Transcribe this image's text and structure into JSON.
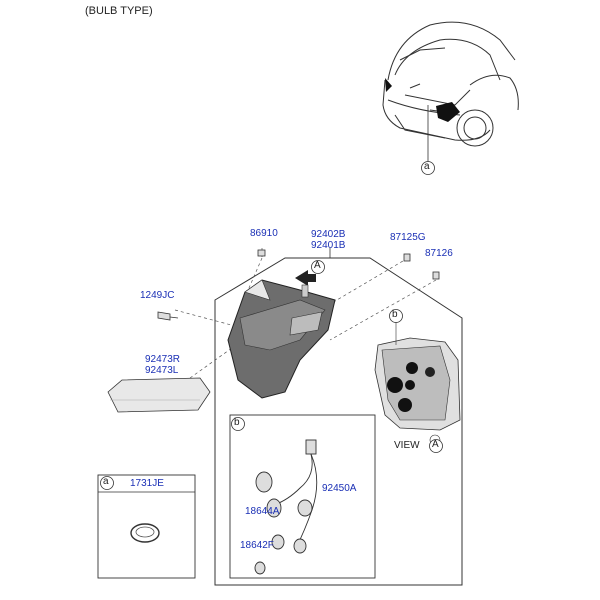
{
  "header": {
    "title": "(BULB TYPE)"
  },
  "callouts": {
    "a": "a",
    "b": "b",
    "A": "A"
  },
  "parts": {
    "p86910": "86910",
    "p92402B": "92402B",
    "p92401B": "92401B",
    "p87125G": "87125G",
    "p87126": "87126",
    "p1249JC": "1249JC",
    "p92473R": "92473R",
    "p92473L": "92473L",
    "p1731JE": "1731JE",
    "p92450A": "92450A",
    "p18644A": "18644A",
    "p18642F": "18642F"
  },
  "view_label": "VIEW",
  "colors": {
    "part_number": "#1a2fb5",
    "line": "#333333",
    "shade": "#555555"
  }
}
